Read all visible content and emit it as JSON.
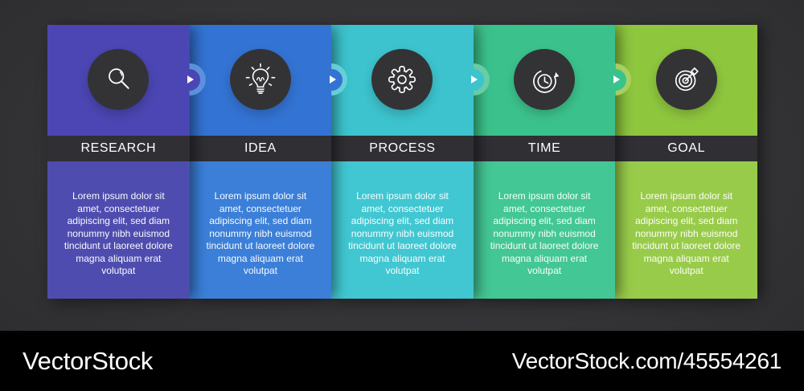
{
  "infographic": {
    "steps": [
      {
        "label": "RESEARCH",
        "icon": "magnifier-icon",
        "top_color": "#4B46B3",
        "bottom_color": "#4E4DAF",
        "body": "Lorem ipsum dolor sit amet, consectetuer adipiscing elit, sed diam nonummy nibh euismod tincidunt ut laoreet dolore magna aliquam erat volutpat"
      },
      {
        "label": "IDEA",
        "icon": "lightbulb-icon",
        "top_color": "#3373D3",
        "bottom_color": "#3B7FD8",
        "body": "Lorem ipsum dolor sit amet, consectetuer adipiscing elit, sed diam nonummy nibh euismod tincidunt ut laoreet dolore magna aliquam erat volutpat"
      },
      {
        "label": "PROCESS",
        "icon": "gear-icon",
        "top_color": "#3CC3CE",
        "bottom_color": "#41C7D1",
        "body": "Lorem ipsum dolor sit amet, consectetuer adipiscing elit, sed diam nonummy nibh euismod tincidunt ut laoreet dolore magna aliquam erat volutpat"
      },
      {
        "label": "TIME",
        "icon": "clock-refresh-icon",
        "top_color": "#3BC28C",
        "bottom_color": "#43C794",
        "body": "Lorem ipsum dolor sit amet, consectetuer adipiscing elit, sed diam nonummy nibh euismod tincidunt ut laoreet dolore magna aliquam erat volutpat"
      },
      {
        "label": "GOAL",
        "icon": "target-icon",
        "top_color": "#8EC63E",
        "bottom_color": "#99CB4A",
        "body": "Lorem ipsum dolor sit amet, consectetuer adipiscing elit, sed diam nonummy nibh euismod tincidunt ut laoreet dolore magna aliquam erat volutpat"
      }
    ],
    "connectors": [
      {
        "arrow_color": "#4B46B3",
        "halo_color": "#5E93DE"
      },
      {
        "arrow_color": "#3373D3",
        "halo_color": "#6AD0D9"
      },
      {
        "arrow_color": "#3CC3CE",
        "halo_color": "#6CCFA8"
      },
      {
        "arrow_color": "#3BC28C",
        "halo_color": "#A8D262"
      }
    ],
    "icon_disc_color": "#333336",
    "label_band_color": "#2F2F34"
  },
  "footer": {
    "brand": "VectorStock",
    "watermark_url": "VectorStock.com/45554261",
    "bar_color": "#000000"
  }
}
